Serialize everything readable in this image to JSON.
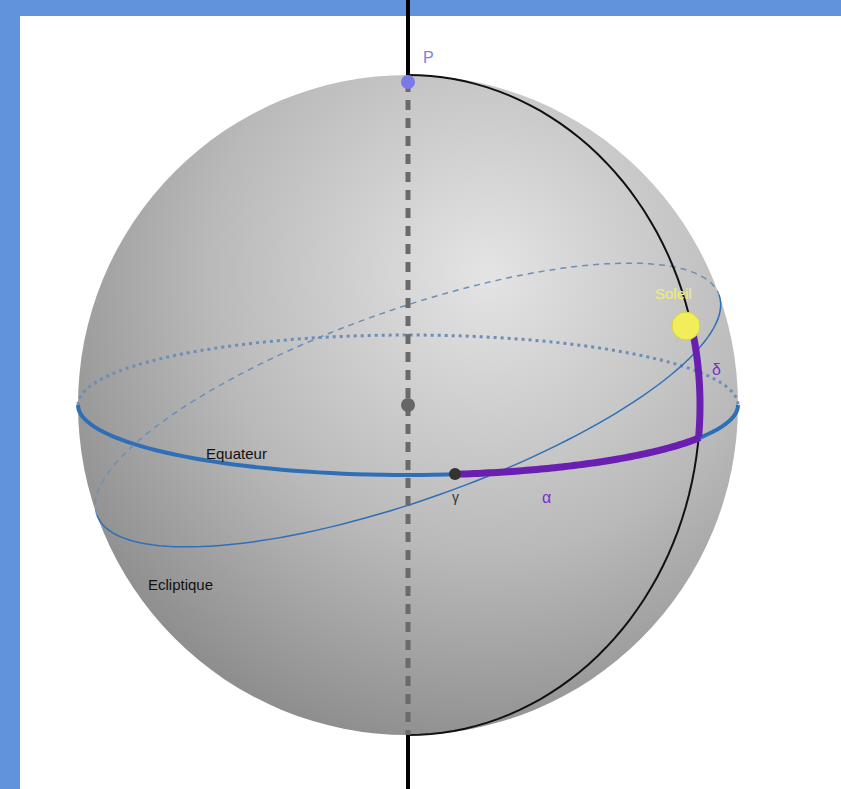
{
  "diagram": {
    "labels": [
      "P",
      "Soleil",
      "δ",
      "Equateur",
      "α",
      "γ",
      "Ecliptique"
    ]
  }
}
